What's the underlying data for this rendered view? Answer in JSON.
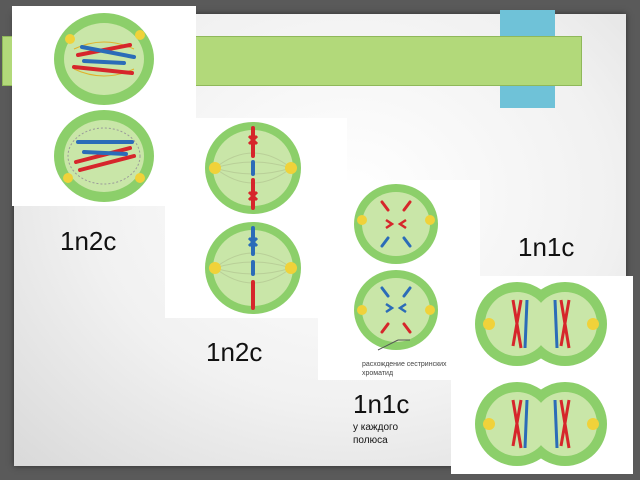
{
  "labels": {
    "stage1": "1n2c",
    "stage2": "1n2c",
    "stage3": "1n1c",
    "stage3_note": "у каждого полюса",
    "stage4": "1n1c",
    "caption": "расхождение сестринских хроматид"
  },
  "colors": {
    "cell_outer": "#8ccf6a",
    "cell_inner": "#c9e6a8",
    "chromosome_red": "#d6262b",
    "chromosome_blue": "#2b6cb8",
    "centriole": "#f0d23a",
    "slide_accent_teal": "#6fc2d8",
    "slide_accent_green": "#b2d97a"
  }
}
